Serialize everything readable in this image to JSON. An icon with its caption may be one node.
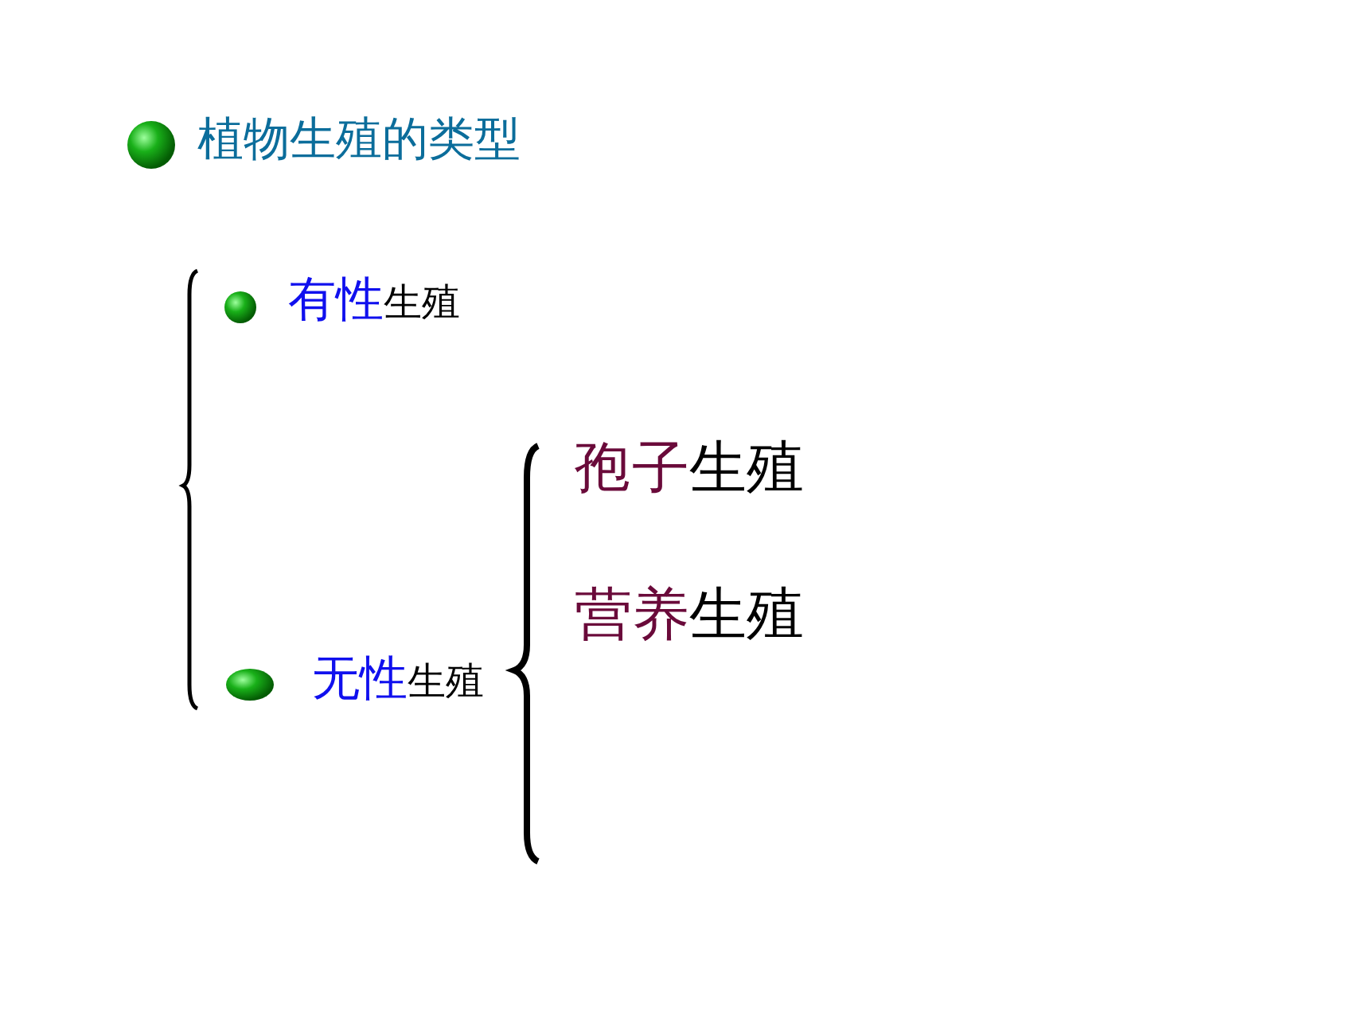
{
  "diagram": {
    "title": "植物生殖的类型",
    "nodes": [
      {
        "text": [
          "有性生殖"
        ]
      },
      {
        "text": [
          "无性生殖"
        ]
      },
      {
        "text": [
          "孢子生殖"
        ]
      },
      {
        "text": [
          "营养生殖"
        ]
      }
    ]
  }
}
